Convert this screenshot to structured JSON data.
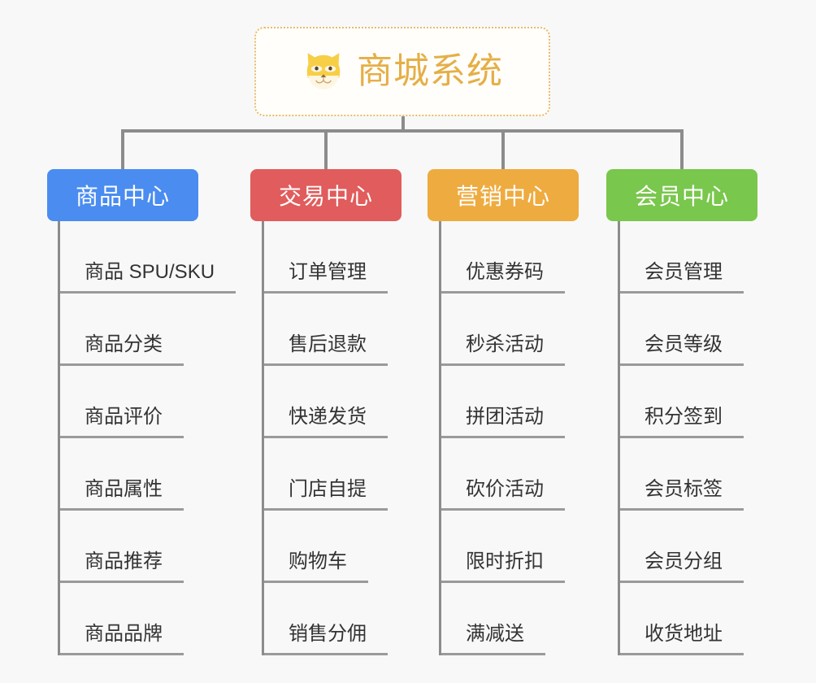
{
  "page": {
    "background_color": "#f8f8f8",
    "type": "mindmap"
  },
  "root": {
    "title": "商城系统",
    "icon": "shiba-dog-face-icon",
    "text_color": "#e5af47",
    "border_color": "#e8bb6a"
  },
  "branches": [
    {
      "label": "商品中心",
      "color": "#4a8cf0",
      "leaves": [
        "商品 SPU/SKU",
        "商品分类",
        "商品评价",
        "商品属性",
        "商品推荐",
        "商品品牌"
      ]
    },
    {
      "label": "交易中心",
      "color": "#e15c5c",
      "leaves": [
        "订单管理",
        "售后退款",
        "快递发货",
        "门店自提",
        "购物车",
        "销售分佣"
      ]
    },
    {
      "label": "营销中心",
      "color": "#eeab3f",
      "leaves": [
        "优惠券码",
        "秒杀活动",
        "拼团活动",
        "砍价活动",
        "限时折扣",
        "满减送"
      ]
    },
    {
      "label": "会员中心",
      "color": "#79c74c",
      "leaves": [
        "会员管理",
        "会员等级",
        "积分签到",
        "会员标签",
        "会员分组",
        "收货地址"
      ]
    }
  ]
}
